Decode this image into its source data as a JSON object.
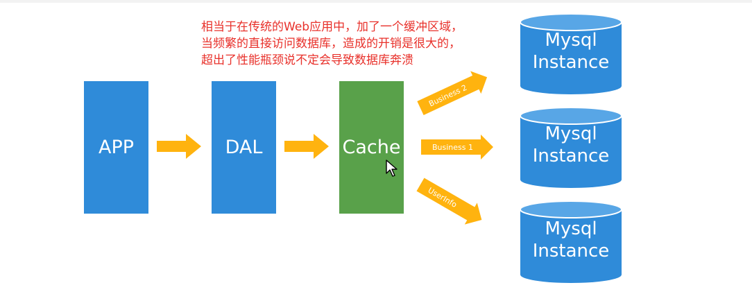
{
  "annotation": {
    "lines": [
      "相当于在传统的Web应用中，加了一个缓冲区域，",
      "当频繁的直接访问数据库，造成的开销是很大的，",
      "超出了性能瓶颈说不定会导致数据库奔溃"
    ]
  },
  "boxes": {
    "app": "APP",
    "dal": "DAL",
    "cache": "Cache"
  },
  "routes": {
    "business2": "Business 2",
    "business1": "Business 1",
    "userinfo": "UserInfo"
  },
  "databases": [
    {
      "line1": "Mysql",
      "line2": "Instance"
    },
    {
      "line1": "Mysql",
      "line2": "Instance"
    },
    {
      "line1": "Mysql",
      "line2": "Instance"
    }
  ],
  "colors": {
    "blue": "#2f8bd9",
    "green": "#59a14a",
    "arrow": "#ffb30f",
    "annotation": "#e8302a"
  }
}
